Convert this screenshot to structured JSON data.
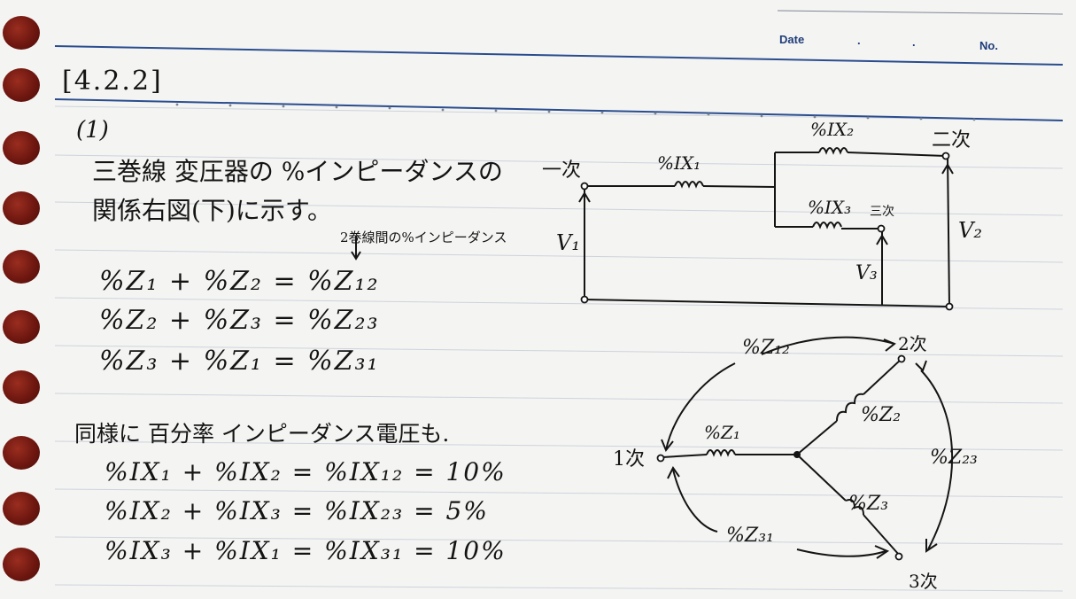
{
  "header": {
    "date_label": "Date",
    "date_dot1": ".",
    "date_dot2": ".",
    "no_label": "No."
  },
  "section": "[4.2.2]",
  "item": "(1)",
  "lines": [
    "三巻線 変圧器の %インピーダンスの",
    "関係右図(下)に示す。",
    "2巻線間の%インピーダンス"
  ],
  "equations_z": [
    "%Z₁ + %Z₂ = %Z₁₂",
    "%Z₂ + %Z₃ = %Z₂₃",
    "%Z₃ + %Z₁ = %Z₃₁"
  ],
  "text_similarly": "同様に 百分率 インピーダンス電圧も.",
  "equations_ix": [
    "%IX₁ + %IX₂ = %IX₁₂ = 10%",
    "%IX₂ + %IX₃ = %IX₂₃ = 5%",
    "%IX₃ + %IX₁ = %IX₃₁ = 10%"
  ],
  "circuit": {
    "primary": "一次",
    "secondary": "二次",
    "tertiary": "三次",
    "ix1": "%IX₁",
    "ix2": "%IX₂",
    "ix3": "%IX₃",
    "v1": "V₁",
    "v2": "V₂",
    "v3": "V₃"
  },
  "star": {
    "n1": "1次",
    "n2": "2次",
    "n3": "3次",
    "z1": "%Z₁",
    "z2": "%Z₂",
    "z3": "%Z₃",
    "z12": "%Z₁₂",
    "z23": "%Z₂₃",
    "z31": "%Z₃₁"
  },
  "colors": {
    "ink": "#141414",
    "rule_blue": "#1f3d7a",
    "rule_light": "#c9cfd8",
    "hole": "#6e1710"
  }
}
